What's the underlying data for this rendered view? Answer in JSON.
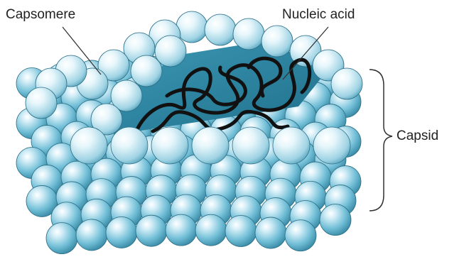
{
  "labels": {
    "capsomere": "Capsomere",
    "nucleic_acid": "Nucleic acid",
    "capsid": "Capsid"
  },
  "colors": {
    "capsomere_light": "#d4eef7",
    "capsomere_mid": "#5fb5d0",
    "capsomere_dark": "#2d7f9c",
    "interior": "#2f8aa6",
    "nucleic_acid": "#111111",
    "leader_line": "#333333"
  }
}
